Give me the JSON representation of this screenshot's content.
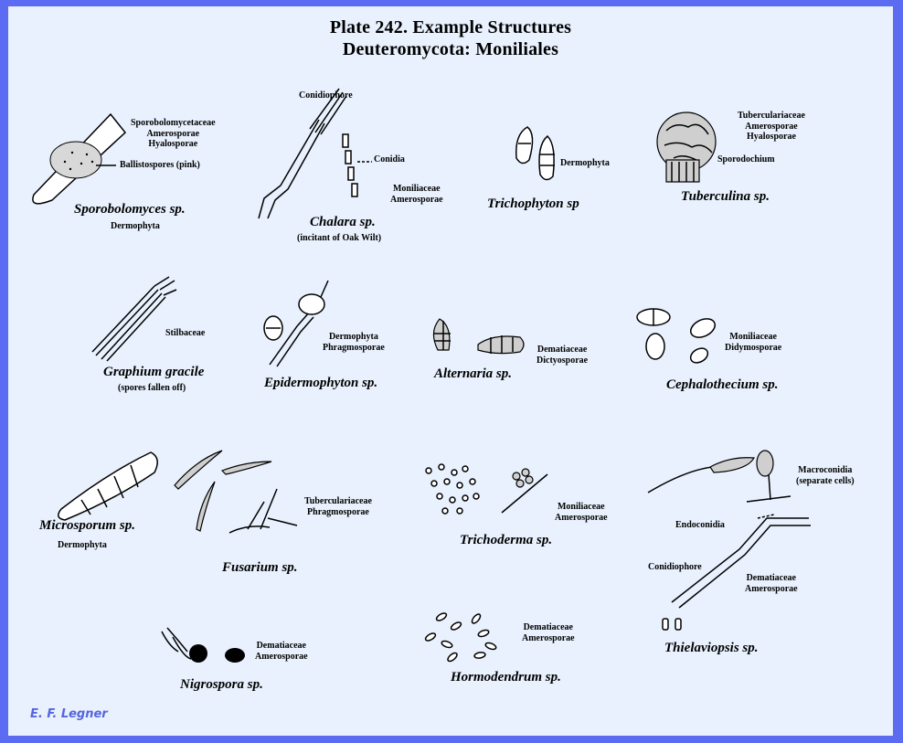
{
  "plate_title": "Plate 242.  Example Structures",
  "plate_subtitle": "Deuteromycota:  Moniliales",
  "author": "E. F. Legner",
  "specimens": [
    {
      "genus": "Sporobolomyces sp.",
      "notes": [
        "Sporobolomycetaceae",
        "Amerosporae",
        "Hyalosporae"
      ],
      "pointer": "Ballistospores (pink)",
      "sub": "Dermophyta"
    },
    {
      "genus": "Chalara sp.",
      "sub": "(incitant of Oak Wilt)",
      "parts": [
        "Conidiophore",
        "Conidia"
      ],
      "notes": [
        "Moniliaceae",
        "Amerosporae"
      ]
    },
    {
      "genus": "Trichophyton sp",
      "notes": [
        "Dermophyta"
      ]
    },
    {
      "genus": "Tuberculina sp.",
      "notes": [
        "Tuberculariaceae",
        "Amerosporae",
        "Hyalosporae"
      ],
      "pointer": "Sporodochium"
    },
    {
      "genus": "Graphium gracile",
      "sub": "(spores fallen off)",
      "notes": [
        "Stilbaceae"
      ]
    },
    {
      "genus": "Epidermophyton sp.",
      "notes": [
        "Dermophyta",
        "Phragmosporae"
      ]
    },
    {
      "genus": "Alternaria sp.",
      "notes": [
        "Dematiaceae",
        "Dictyosporae"
      ]
    },
    {
      "genus": "Cephalothecium sp.",
      "notes": [
        "Moniliaceae",
        "Didymosporae"
      ]
    },
    {
      "genus": "Microsporum sp.",
      "sub": "Dermophyta"
    },
    {
      "genus": "Fusarium sp.",
      "notes": [
        "Tuberculariaceae",
        "Phragmosporae"
      ]
    },
    {
      "genus": "Trichoderma sp.",
      "notes": [
        "Moniliaceae",
        "Amerosporae"
      ]
    },
    {
      "genus": "Thielaviopsis sp.",
      "notes": [
        "Macroconidia",
        "(separate cells)"
      ],
      "parts": [
        "Endoconidia",
        "Conidiophore"
      ],
      "notes2": [
        "Dematiaceae",
        "Amerosporae"
      ]
    },
    {
      "genus": "Nigrospora sp.",
      "notes": [
        "Dematiaceae",
        "Amerosporae"
      ]
    },
    {
      "genus": "Hormodendrum sp.",
      "notes": [
        "Dematiaceae",
        "Amerosporae"
      ]
    }
  ]
}
